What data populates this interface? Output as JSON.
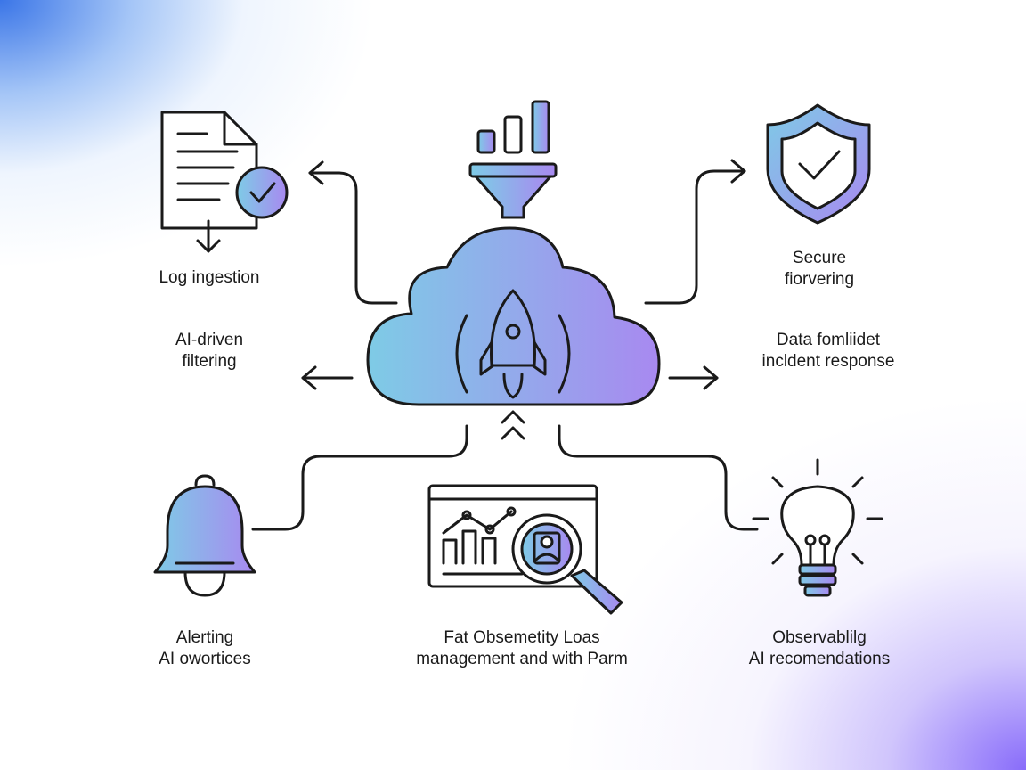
{
  "colors": {
    "stroke": "#1a1a1a",
    "gradient_start": "#7ecbe6",
    "gradient_end": "#a889f0"
  },
  "labels": {
    "log_ingestion": [
      "Log ingestion"
    ],
    "ai_filtering": [
      "AI-driven",
      "filtering"
    ],
    "secure_forwarding": [
      "Secure",
      "fiorvering"
    ],
    "incident_response": [
      "Data fomliidet",
      "incldent response"
    ],
    "alerting": [
      "Alerting",
      "AI owortices"
    ],
    "log_management": [
      "Fat Obsemetity Loas",
      "management and with Parm"
    ],
    "observability": [
      "Observablilg",
      "AI recomendations"
    ]
  },
  "icons": {
    "center": "cloud-rocket-icon",
    "top": "funnel-bar-chart-icon",
    "top_left": "document-check-icon",
    "top_right": "shield-check-icon",
    "bottom_left": "bell-icon",
    "bottom_center": "dashboard-magnifier-icon",
    "bottom_right": "lightbulb-icon"
  }
}
